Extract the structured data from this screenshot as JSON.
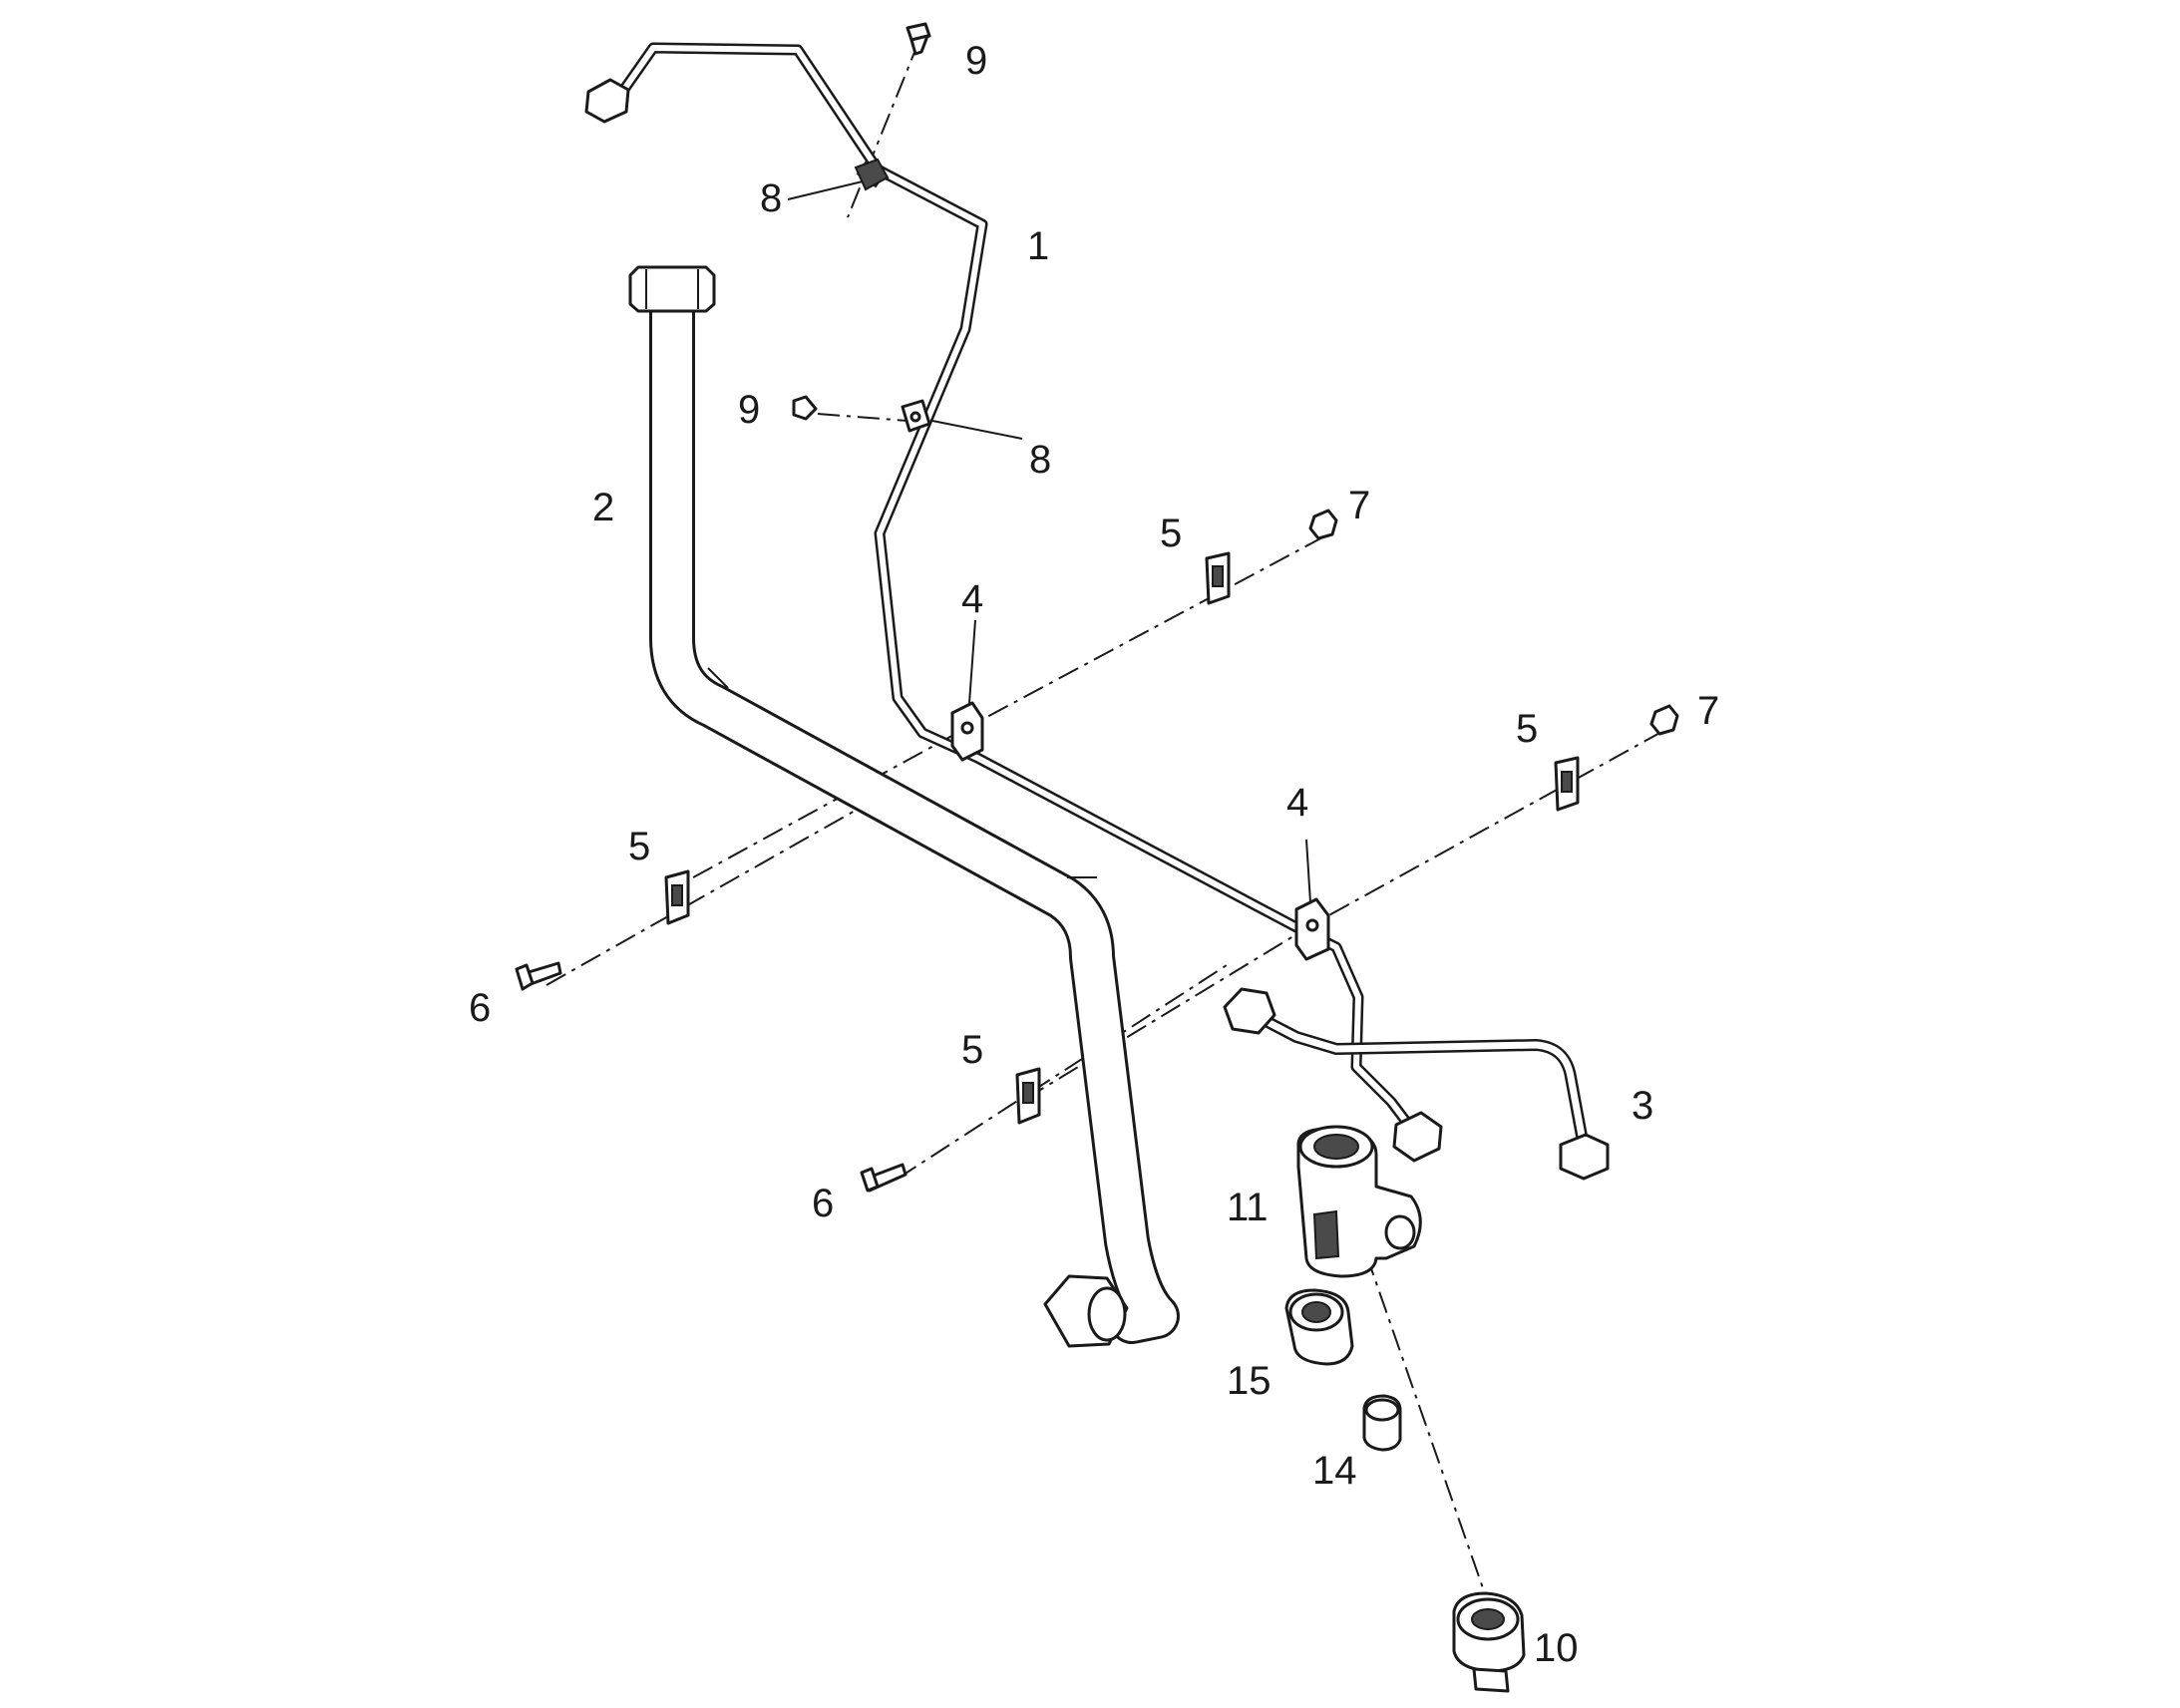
{
  "diagram": {
    "callouts": [
      {
        "id": "c1",
        "text": "1"
      },
      {
        "id": "c2",
        "text": "2"
      },
      {
        "id": "c3",
        "text": "3"
      },
      {
        "id": "c4a",
        "text": "4"
      },
      {
        "id": "c4b",
        "text": "4"
      },
      {
        "id": "c5a",
        "text": "5"
      },
      {
        "id": "c5b",
        "text": "5"
      },
      {
        "id": "c5c",
        "text": "5"
      },
      {
        "id": "c5d",
        "text": "5"
      },
      {
        "id": "c6a",
        "text": "6"
      },
      {
        "id": "c6b",
        "text": "6"
      },
      {
        "id": "c7a",
        "text": "7"
      },
      {
        "id": "c7b",
        "text": "7"
      },
      {
        "id": "c8a",
        "text": "8"
      },
      {
        "id": "c8b",
        "text": "8"
      },
      {
        "id": "c9a",
        "text": "9"
      },
      {
        "id": "c9b",
        "text": "9"
      },
      {
        "id": "c10",
        "text": "10"
      },
      {
        "id": "c11",
        "text": "11"
      },
      {
        "id": "c14",
        "text": "14"
      },
      {
        "id": "c15",
        "text": "15"
      }
    ]
  }
}
